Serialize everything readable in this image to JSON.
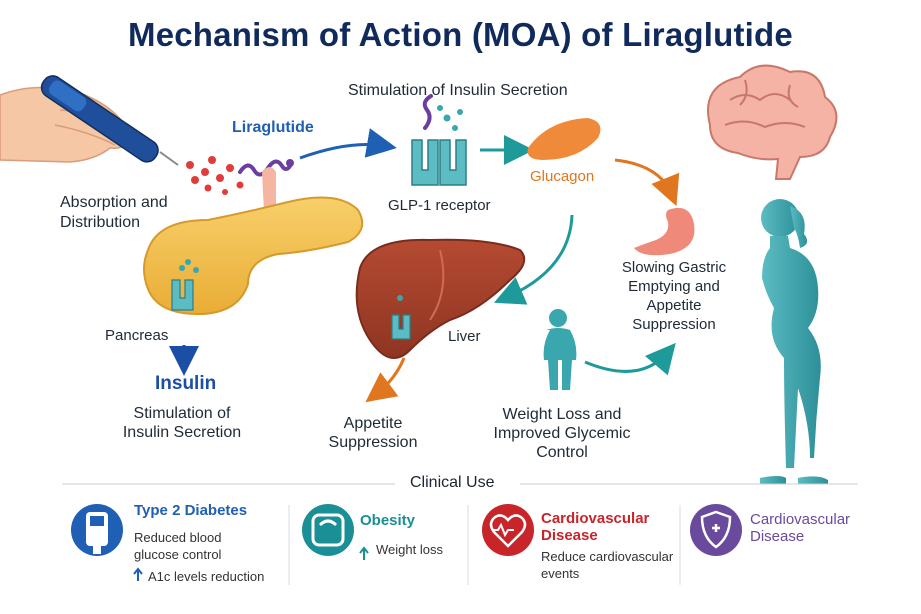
{
  "title": "Mechanism of Action (MOA) of Liraglutide",
  "labels": {
    "top_stimulation": "Stimulation of Insulin Secretion",
    "liraglutide": "Liraglutide",
    "absorption_l1": "Absorption and",
    "absorption_l2": "Distribution",
    "glp1": "GLP-1 receptor",
    "glucagon": "Glucagon",
    "gastric_l1": "Slowing Gastric",
    "gastric_l2": "Emptying and",
    "gastric_l3": "Appetite",
    "gastric_l4": "Suppression",
    "pancreas": "Pancreas",
    "insulin": "Insulin",
    "stim_l1": "Stimulation of",
    "stim_l2": "Insulin Secretion",
    "liver": "Liver",
    "appetite_l1": "Appetite",
    "appetite_l2": "Suppression",
    "weight_l1": "Weight Loss and",
    "weight_l2": "Improved Glycemic",
    "weight_l3": "Control"
  },
  "clinical_use": {
    "heading": "Clinical Use",
    "cards": [
      {
        "title": "Type 2 Diabetes",
        "line1": "Reduced blood",
        "line2": "glucose control",
        "line3": "A1c levels reduction",
        "color": "#1f5fb4",
        "icon": "glucometer-icon"
      },
      {
        "title": "Obesity",
        "line1": "Weight loss",
        "color": "#1a8f96",
        "icon": "scale-icon"
      },
      {
        "title": "Cardiovascular",
        "title2": "Disease",
        "line1": "Reduce cardiovascular",
        "line2": "events",
        "color": "#c8252b",
        "icon": "heart-pulse-icon"
      },
      {
        "title": "Cardiovascular",
        "title2": "Disease",
        "color": "#6a4a9c",
        "icon": "shield-heart-icon"
      }
    ]
  },
  "colors": {
    "title": "#102a5c",
    "arrow_blue": "#1f5fb4",
    "arrow_teal": "#1f9a9a",
    "arrow_orange": "#e0761e",
    "teal_body": "#3aa6ad"
  }
}
